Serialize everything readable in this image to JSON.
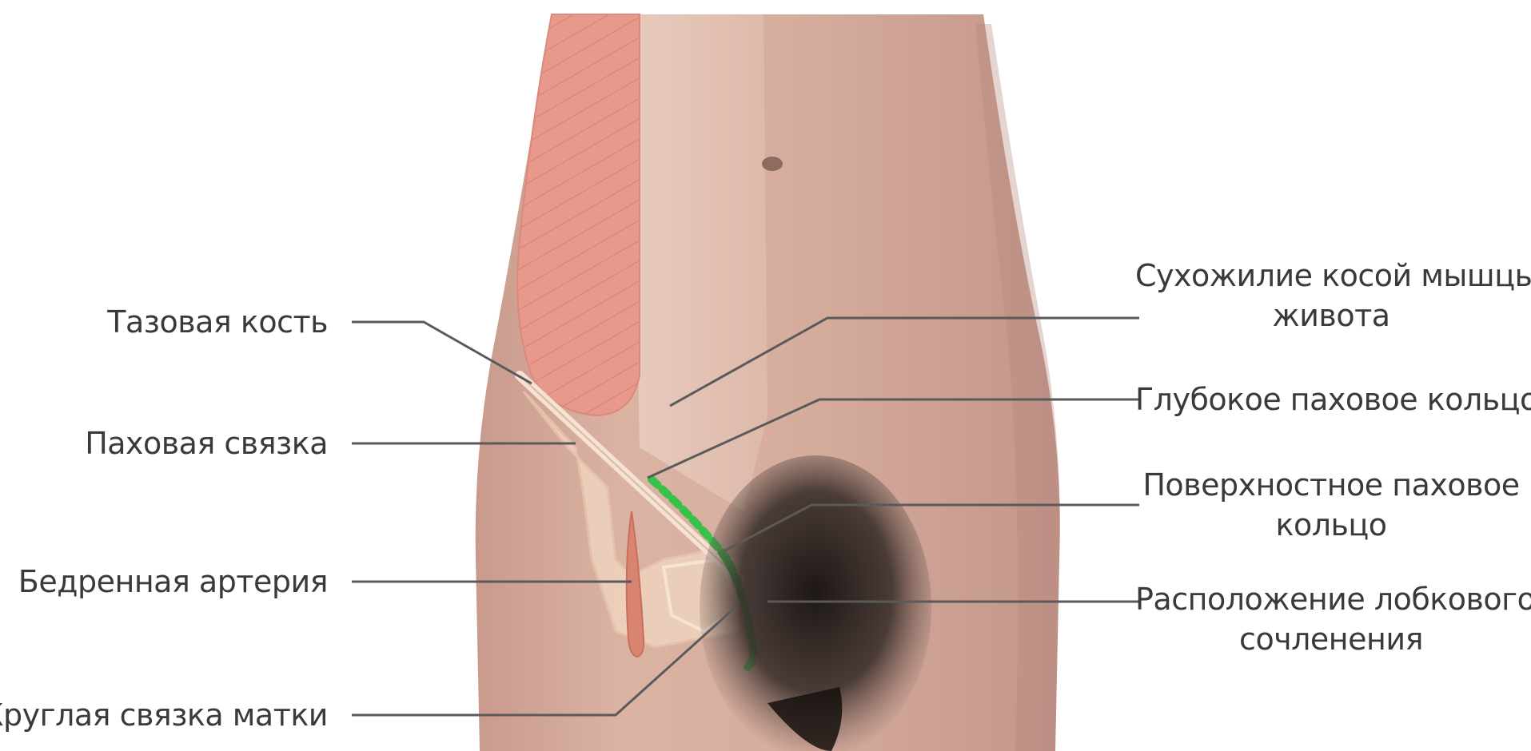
{
  "labels": {
    "left": {
      "pelvic_bone": "Тазовая кость",
      "inguinal_ligament": "Паховая связка",
      "femoral_artery": "Бедренная артерия",
      "round_ligament": "Круглая связка матки"
    },
    "right": {
      "oblique_tendon_line1": "Сухожилие косой мышцы",
      "oblique_tendon_line2": "живота",
      "deep_ring": "Глубокое паховое кольцо",
      "superficial_ring_line1": "Поверхностное паховое",
      "superficial_ring_line2": "кольцо",
      "symphysis_line1": "Расположение лобкового",
      "symphysis_line2": "сочленения"
    }
  },
  "colors": {
    "skin": "#dcb5a5",
    "skin_dark": "#c7998a",
    "muscle": "#e7968a",
    "ligament": "#f0d6c3",
    "canal": "#38c24a",
    "artery": "#d98470",
    "leader_line": "#5a5a5a",
    "hair": "#2a2320"
  }
}
